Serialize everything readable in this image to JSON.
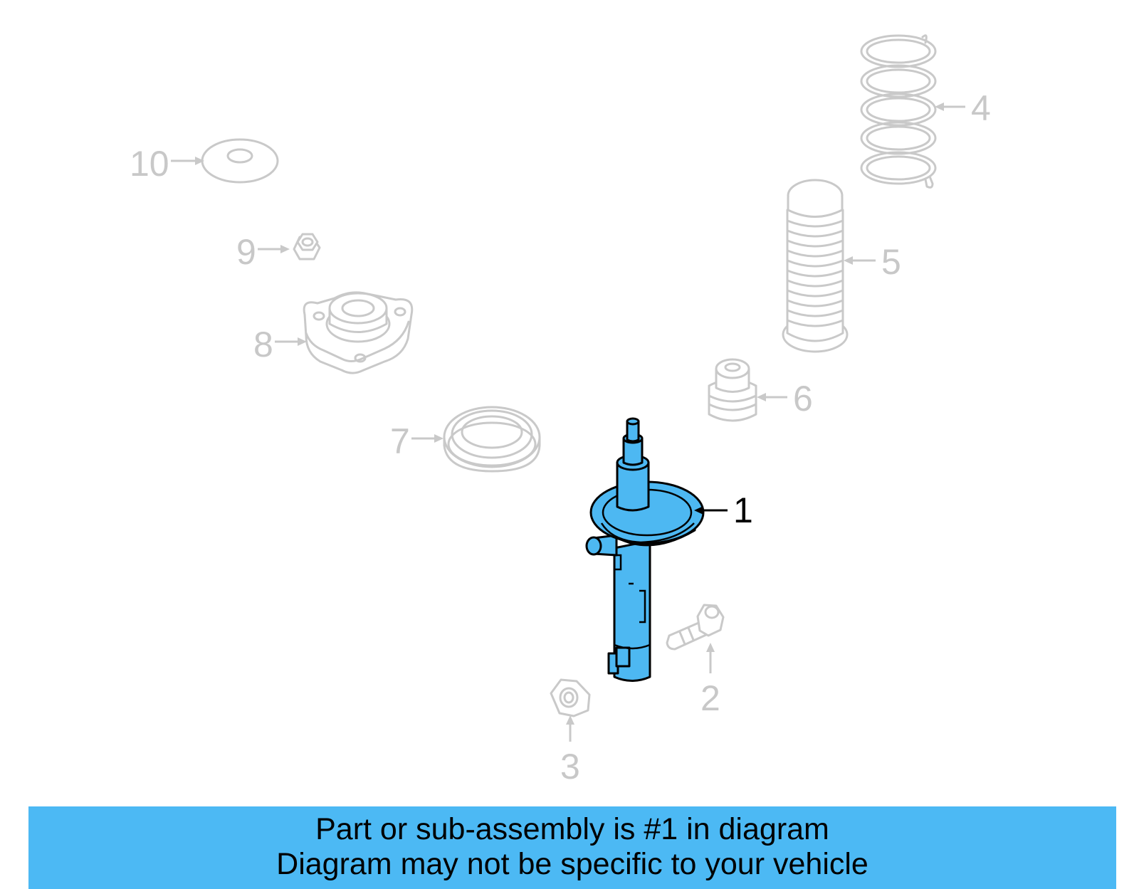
{
  "diagram": {
    "callouts": [
      {
        "id": "1",
        "label": "1",
        "highlighted": true
      },
      {
        "id": "2",
        "label": "2"
      },
      {
        "id": "3",
        "label": "3"
      },
      {
        "id": "4",
        "label": "4"
      },
      {
        "id": "5",
        "label": "5"
      },
      {
        "id": "6",
        "label": "6"
      },
      {
        "id": "7",
        "label": "7"
      },
      {
        "id": "8",
        "label": "8"
      },
      {
        "id": "9",
        "label": "9"
      },
      {
        "id": "10",
        "label": "10"
      }
    ],
    "colors": {
      "highlight": "#4db8f2",
      "ghost": "#c9c9c9",
      "banner": "#4cb9f4"
    }
  },
  "banner": {
    "line1": "Part or sub-assembly is #1 in diagram",
    "line2": "Diagram may not be specific to your vehicle"
  }
}
